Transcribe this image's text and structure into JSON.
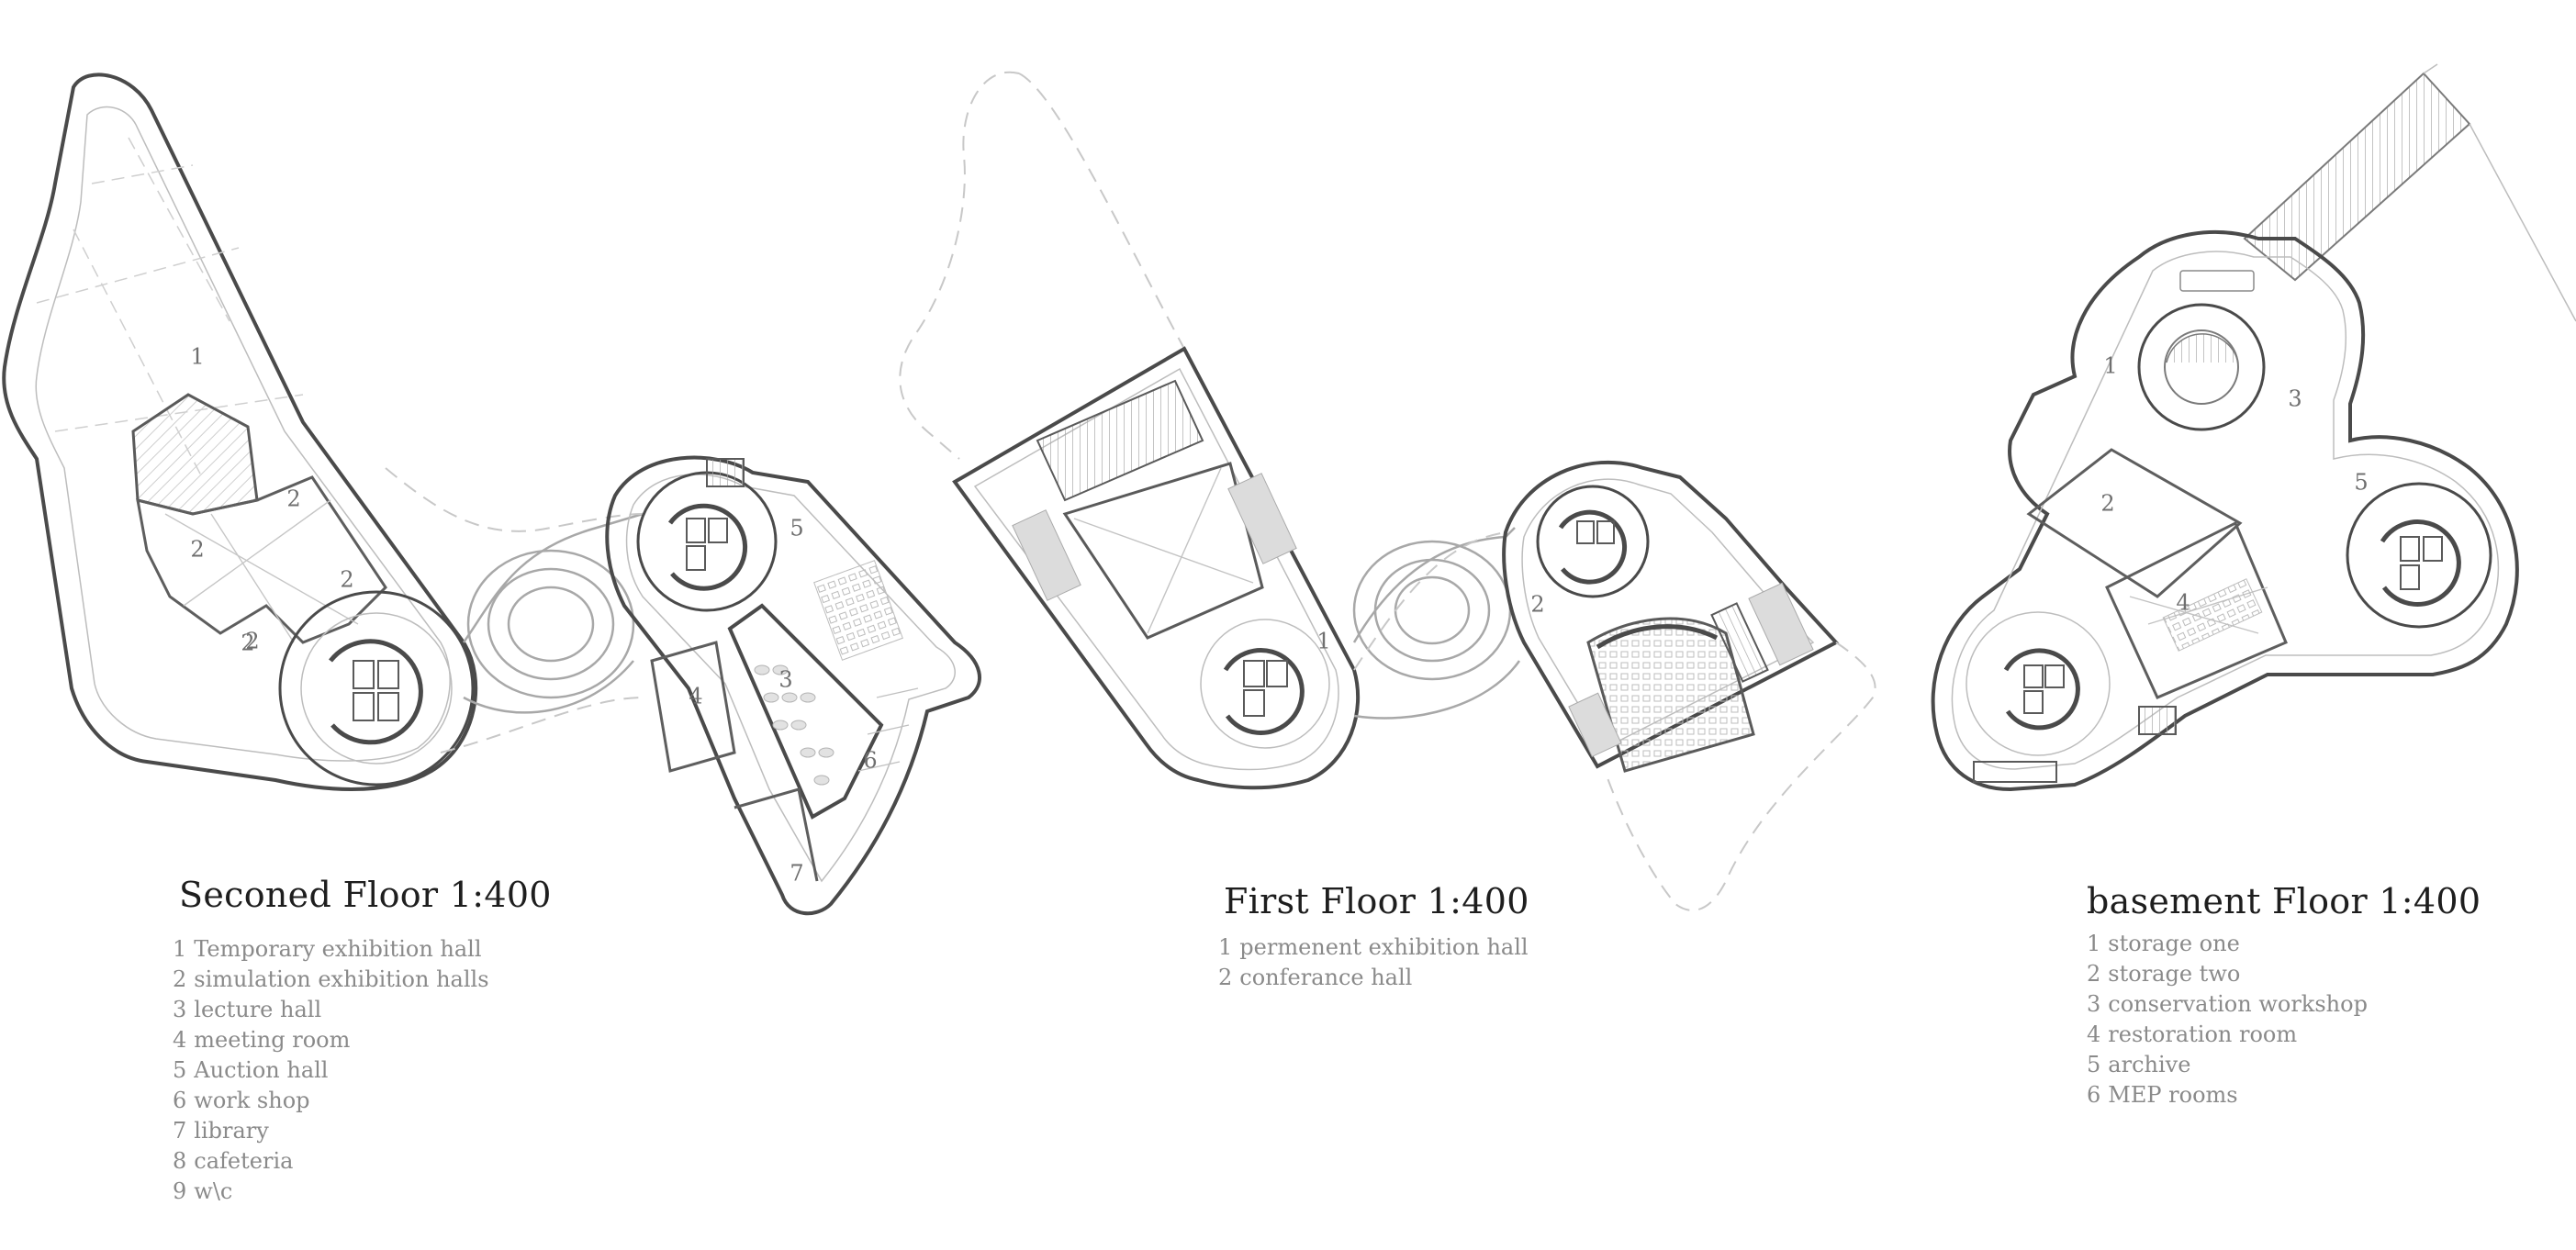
{
  "floors": [
    {
      "id": "second-floor",
      "title": "Seconed Floor 1:400",
      "legend": [
        {
          "num": "1",
          "label": "Temporary exhibition hall"
        },
        {
          "num": "2",
          "label": "simulation exhibition halls"
        },
        {
          "num": "3",
          "label": "lecture hall"
        },
        {
          "num": "4",
          "label": "meeting room"
        },
        {
          "num": "5",
          "label": "Auction hall"
        },
        {
          "num": "6",
          "label": "work shop"
        },
        {
          "num": "7",
          "label": "library"
        },
        {
          "num": "8",
          "label": "cafeteria"
        },
        {
          "num": "9",
          "label": "w\\c"
        }
      ],
      "room_numbers": [
        "1",
        "2",
        "2",
        "2",
        "2",
        "2",
        "3",
        "4",
        "5",
        "6",
        "7"
      ]
    },
    {
      "id": "first-floor",
      "title": "First Floor 1:400",
      "legend": [
        {
          "num": "1",
          "label": "permenent exhibition hall"
        },
        {
          "num": "2",
          "label": "conferance hall"
        }
      ],
      "room_numbers": [
        "1",
        "2"
      ]
    },
    {
      "id": "basement-floor",
      "title": "basement Floor 1:400",
      "legend": [
        {
          "num": "1",
          "label": "storage one"
        },
        {
          "num": "2",
          "label": "storage two"
        },
        {
          "num": "3",
          "label": "conservation workshop"
        },
        {
          "num": "4",
          "label": "restoration room"
        },
        {
          "num": "5",
          "label": "archive"
        },
        {
          "num": "6",
          "label": "MEP rooms"
        }
      ],
      "room_numbers": [
        "1",
        "2",
        "3",
        "4",
        "5"
      ]
    }
  ],
  "colors": {
    "wall": "#4a4a4a",
    "light_line": "#bdbdbd",
    "dashed_outline": "#c8c8c8",
    "title_text": "#1e1e1e",
    "legend_text": "#8a8a8a"
  }
}
